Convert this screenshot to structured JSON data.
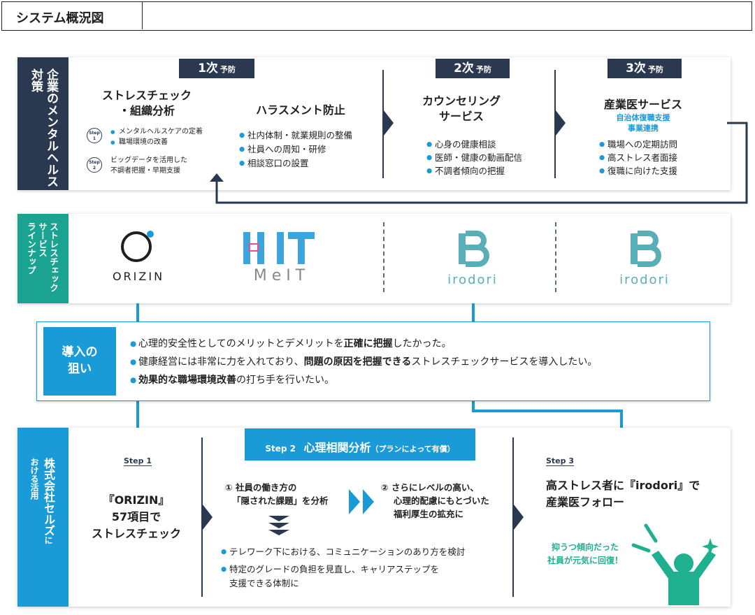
{
  "header": {
    "title": "システム概況図"
  },
  "section1": {
    "label": "企業のメンタルヘルス対策",
    "badges": [
      {
        "num": "1次",
        "sub": "予防"
      },
      {
        "num": "2次",
        "sub": "予防"
      },
      {
        "num": "3次",
        "sub": "予防"
      }
    ],
    "stress": {
      "title_line1": "ストレスチェック",
      "title_line2": "・組織分析",
      "step_word": "Step",
      "step1_num": "1",
      "step1_item1": "メンタルヘルスケアの定着",
      "step1_item2": "職場環境の改善",
      "step2_num": "2",
      "step2_line1": "ビッグデータを活用した",
      "step2_line2": "不調者把握・早期支援"
    },
    "harassment": {
      "title": "ハラスメント防止",
      "items": [
        "社内体制・就業規則の整備",
        "社員への周知・研修",
        "相談窓口の設置"
      ]
    },
    "counseling": {
      "title_line1": "カウンセリング",
      "title_line2": "サービス",
      "items": [
        "心身の健康相談",
        "医師・健康の動画配信",
        "不調者傾向の把握"
      ]
    },
    "doctor": {
      "title": "産業医サービス",
      "sub_line1": "自治体復職支援",
      "sub_line2": "事業連携",
      "items": [
        "職場への定期訪問",
        "高ストレス者面接",
        "復職に向けた支援"
      ]
    }
  },
  "section2": {
    "label_line1": "ストレスチェック",
    "label_line2": "サービス",
    "label_line3": "ラインナップ",
    "logos": {
      "orizin": "ORIZIN",
      "meit_top": "MIT",
      "meit_bottom": "MeIT",
      "irodori1": "irodori",
      "irodori2": "irodori"
    }
  },
  "aim": {
    "label_line1": "導入の",
    "label_line2": "狙い",
    "line1_a": "心理的安全性としてのメリットとデメリットを",
    "line1_b": "正確に把握",
    "line1_c": "したかった。",
    "line2_a": "健康経営には非常に力を入れており、",
    "line2_b": "問題の原因を把握できる",
    "line2_c": "ストレスチェックサービスを導入したい。",
    "line3_a": "効果的な職場環境改善",
    "line3_b": "の打ち手を行いたい。"
  },
  "section3": {
    "label_line1": "株式会社セルズ",
    "label_ni": "に",
    "label_line2": "おける活用",
    "step1": {
      "label": "Step 1",
      "line1": "『ORIZIN』",
      "line2": "57項目で",
      "line3": "ストレスチェック"
    },
    "step2": {
      "label": "Step 2",
      "title": "心理相関分析",
      "note": "（プランによって有償）",
      "p1_line1": "① 社員の働き方の",
      "p1_line2": "「隠された課題」を分析",
      "p2_line1": "② さらにレベルの高い、",
      "p2_line2": "心理的配慮にもとづいた",
      "p2_line3": "福利厚生の拡充に",
      "bullet1": "テレワーク下における、コミュニケーションのあり方を検討",
      "bullet2_line1": "特定のグレードの負担を見直し、キャリアステップを",
      "bullet2_line2": "支援できる体制に"
    },
    "step3": {
      "label": "Step 3",
      "line1": "高ストレス者に『irodori』で",
      "line2": "産業医フォロー",
      "green_line1": "抑うつ傾向だった",
      "green_line2": "社員が元気に回復！"
    }
  },
  "colors": {
    "navy": "#2a3950",
    "teal": "#1aa391",
    "blue": "#1a9ad7",
    "green": "#1eb08f",
    "logo": "#5aaeb8"
  }
}
